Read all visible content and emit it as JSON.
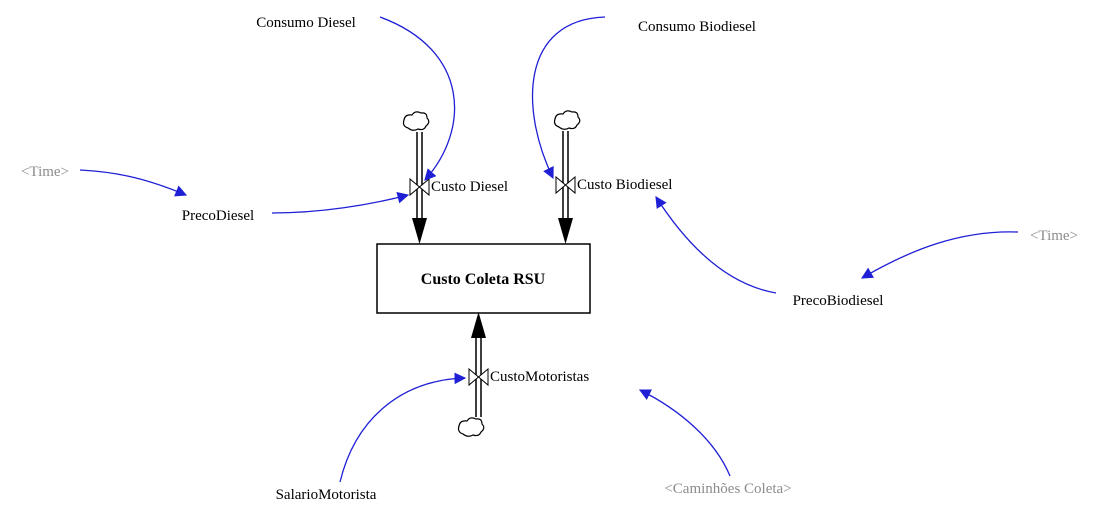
{
  "diagram": {
    "stock": {
      "label": "Custo Coleta RSU"
    },
    "flows": {
      "diesel": {
        "label": "Custo Diesel"
      },
      "biodiesel": {
        "label": "Custo Biodiesel"
      },
      "motoristas": {
        "label": "CustoMotoristas"
      }
    },
    "variables": {
      "consumo_diesel": "Consumo Diesel",
      "consumo_biodiesel": "Consumo Biodiesel",
      "preco_diesel": "PrecoDiesel",
      "preco_biodiesel": "PrecoBiodiesel",
      "salario_motorista": "SalarioMotorista"
    },
    "shadow_variables": {
      "time_left": "<Time>",
      "time_right": "<Time>",
      "caminhoes_coleta": "<Caminhões Coleta>"
    },
    "colors": {
      "link": "#1f1fd6",
      "shadow_text": "#8c8c8c",
      "flow": "#000000"
    }
  }
}
